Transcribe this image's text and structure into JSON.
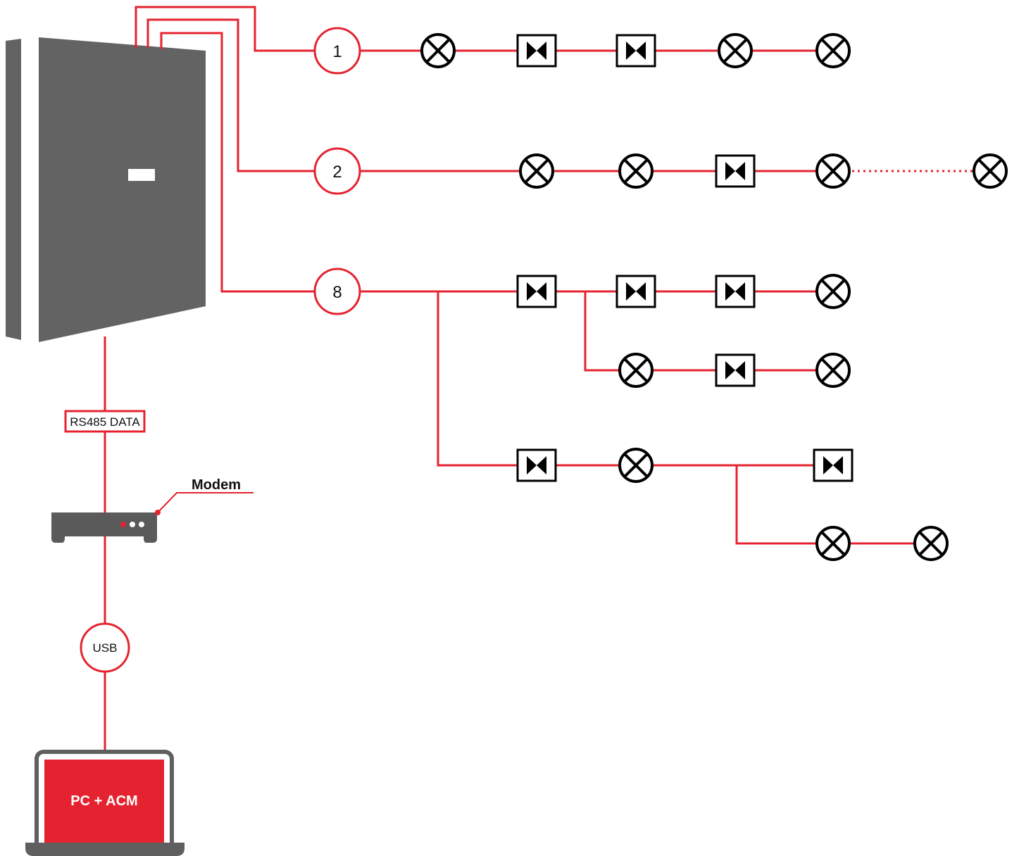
{
  "circuits": [
    {
      "id": "circuit-1",
      "label": "1"
    },
    {
      "id": "circuit-2",
      "label": "2"
    },
    {
      "id": "circuit-8",
      "label": "8"
    }
  ],
  "data_link_label": "RS485 DATA",
  "modem_label": "Modem",
  "usb_label": "USB",
  "pc_label": "PC + ACM",
  "colors": {
    "accent": "#e52330",
    "cabinet": "#636363",
    "device": "#5a5a5a",
    "laptop_frame": "#5f5f5f",
    "screen": "#e52330"
  },
  "icons": {
    "luminaire": "circle-x-lamp-icon",
    "exit_sign": "bowtie-exit-sign-icon"
  }
}
